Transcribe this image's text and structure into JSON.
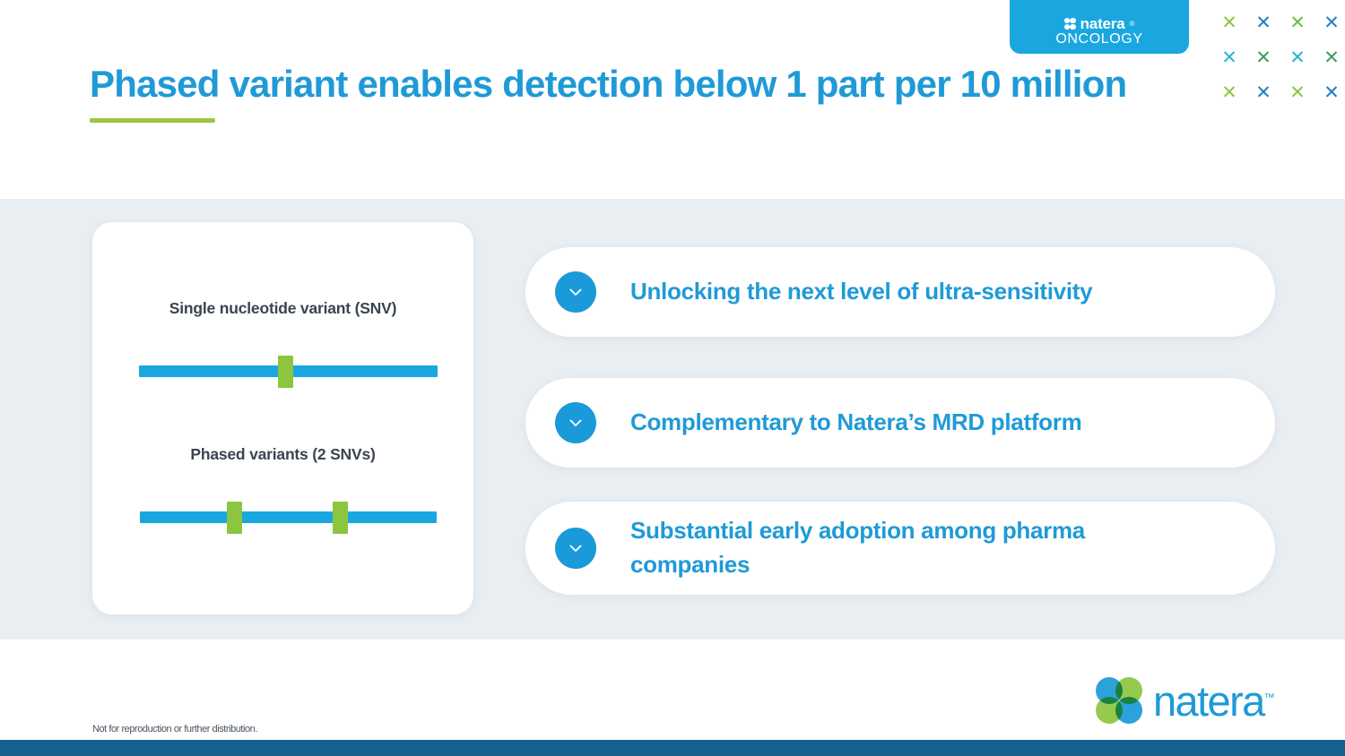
{
  "header": {
    "title": "Phased variant enables detection below 1 part per 10 million",
    "accent_blue": "#1f9ad6",
    "accent_green": "#9cc544"
  },
  "badge": {
    "wordmark": "natera",
    "registered": "®",
    "subtitle": "ONCOLOGY",
    "background": "#1aa7e0"
  },
  "decoration": {
    "x_glyph": "✕",
    "rows": [
      [
        {
          "color": "#8cc63f"
        },
        {
          "color": "#1f7ec4"
        },
        {
          "color": "#6cbe45"
        },
        {
          "color": "#1f7ec4"
        }
      ],
      [
        {
          "color": "#2bb3d6"
        },
        {
          "color": "#3f9c62"
        },
        {
          "color": "#2bb3d6"
        },
        {
          "color": "#3f9c62"
        }
      ],
      [
        {
          "color": "#8cc63f"
        },
        {
          "color": "#1f7ec4"
        },
        {
          "color": "#8cc63f"
        },
        {
          "color": "#1f7ec4"
        }
      ]
    ]
  },
  "diagram": {
    "blocks": [
      {
        "label": "Single nucleotide variant (SNV)",
        "track_color": "#1aa7e0",
        "marker_color": "#8cc63f",
        "markers": [
          1
        ]
      },
      {
        "label": "Phased variants (2 SNVs)",
        "track_color": "#1aa7e0",
        "marker_color": "#8cc63f",
        "markers": [
          1,
          2
        ]
      }
    ]
  },
  "bullets": [
    {
      "text": "Unlocking the next level of ultra-sensitivity",
      "icon": "check-circle-icon"
    },
    {
      "text": "Complementary to Natera’s MRD platform",
      "icon": "check-circle-icon"
    },
    {
      "text": "Substantial early adoption among pharma companies",
      "icon": "check-circle-icon"
    }
  ],
  "footer": {
    "disclaimer": "Not for reproduction or further distribution.",
    "logo_word": "natera",
    "logo_tm": "™",
    "bar_color": "#16618e"
  }
}
